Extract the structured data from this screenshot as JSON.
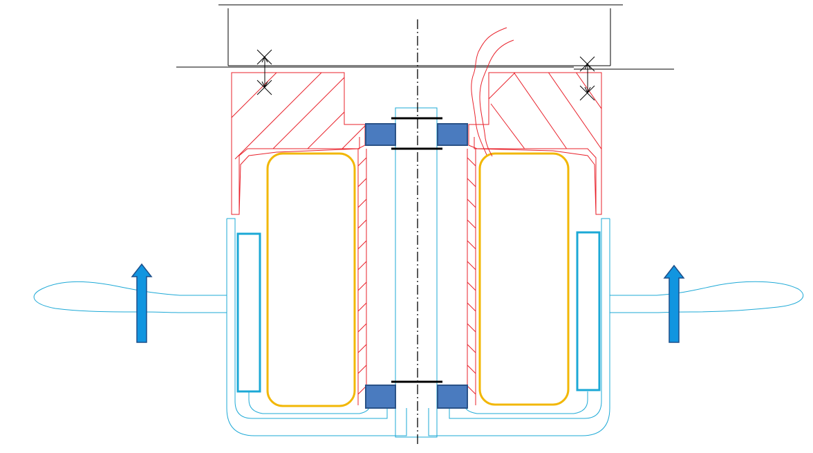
{
  "diagram": {
    "description_visible_text": [],
    "colors": {
      "housing": "#e8202a",
      "rotor": "#1ba8d6",
      "coil": "#f2b705",
      "bearing_fill": "#4a7bbf",
      "bearing_stroke": "#2a5287",
      "arrow_fill": "#1195e0",
      "arrow_stroke": "#1d4f8a",
      "line": "#000000"
    },
    "parts": [
      "mounting-plate",
      "ground-line",
      "housing-left",
      "housing-right",
      "shaft",
      "centerline",
      "bearing-top-left",
      "bearing-top-right",
      "bearing-bottom-left",
      "bearing-bottom-right",
      "coil-left",
      "coil-right",
      "rotor-cup",
      "magnet-left",
      "magnet-right",
      "propeller-left",
      "propeller-right",
      "airflow-arrow-left",
      "airflow-arrow-right",
      "cable",
      "gap-marker-left",
      "gap-marker-right"
    ]
  }
}
